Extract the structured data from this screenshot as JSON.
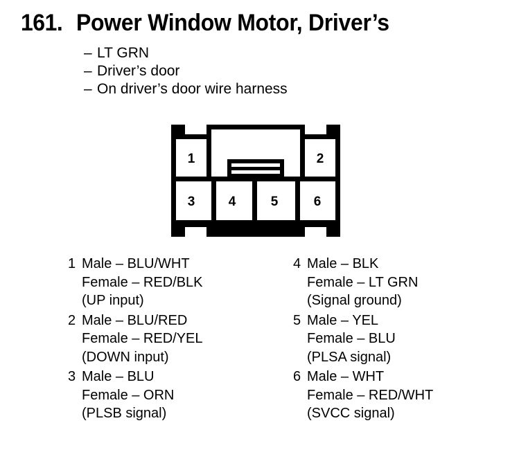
{
  "header": {
    "number": "161.",
    "title": "Power Window Motor, Driver’s",
    "bullets": [
      {
        "dash": "–",
        "text": "LT GRN"
      },
      {
        "dash": "–",
        "text": "Driver’s door"
      },
      {
        "dash": "–",
        "text": "On driver’s door wire harness"
      }
    ]
  },
  "connector": {
    "top_row_pins": [
      "1",
      "2"
    ],
    "bottom_row_pins": [
      "3",
      "4",
      "5",
      "6"
    ],
    "stroke_color": "#000000",
    "fill_color": "#ffffff"
  },
  "pinlist": {
    "left_column": [
      {
        "number": "1",
        "male": "Male – BLU/WHT",
        "female": "Female – RED/BLK",
        "signal": "(UP input)"
      },
      {
        "number": "2",
        "male": "Male – BLU/RED",
        "female": "Female – RED/YEL",
        "signal": "(DOWN input)"
      },
      {
        "number": "3",
        "male": "Male – BLU",
        "female": "Female – ORN",
        "signal": "(PLSB signal)"
      }
    ],
    "right_column": [
      {
        "number": "4",
        "male": "Male – BLK",
        "female": "Female – LT GRN",
        "signal": "(Signal ground)"
      },
      {
        "number": "5",
        "male": "Male – YEL",
        "female": "Female – BLU",
        "signal": "(PLSA signal)"
      },
      {
        "number": "6",
        "male": "Male – WHT",
        "female": "Female – RED/WHT",
        "signal": "(SVCC signal)"
      }
    ]
  }
}
